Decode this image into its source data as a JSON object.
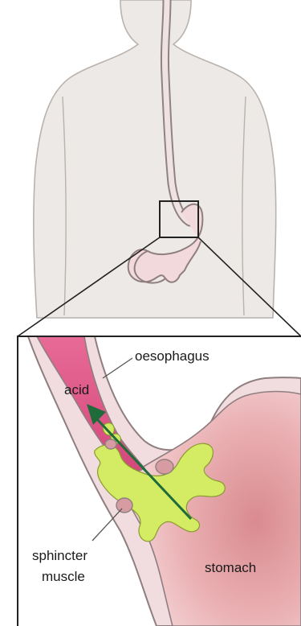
{
  "labels": {
    "oesophagus": "oesophagus",
    "acid": "acid",
    "sphincter_line1": "sphincter",
    "sphincter_line2": "muscle",
    "stomach": "stomach"
  },
  "colors": {
    "body_fill": "#ede9e6",
    "body_outline": "#b9b2ad",
    "tissue": "#f1dcdf",
    "tissue_outline": "#9c8a8c",
    "stomach_fill": "#e9a3a6",
    "acid_fill": "#e05a8a",
    "acid_splash": "#d4ec63",
    "arrow": "#1f6b3a",
    "frame": "#222222"
  }
}
